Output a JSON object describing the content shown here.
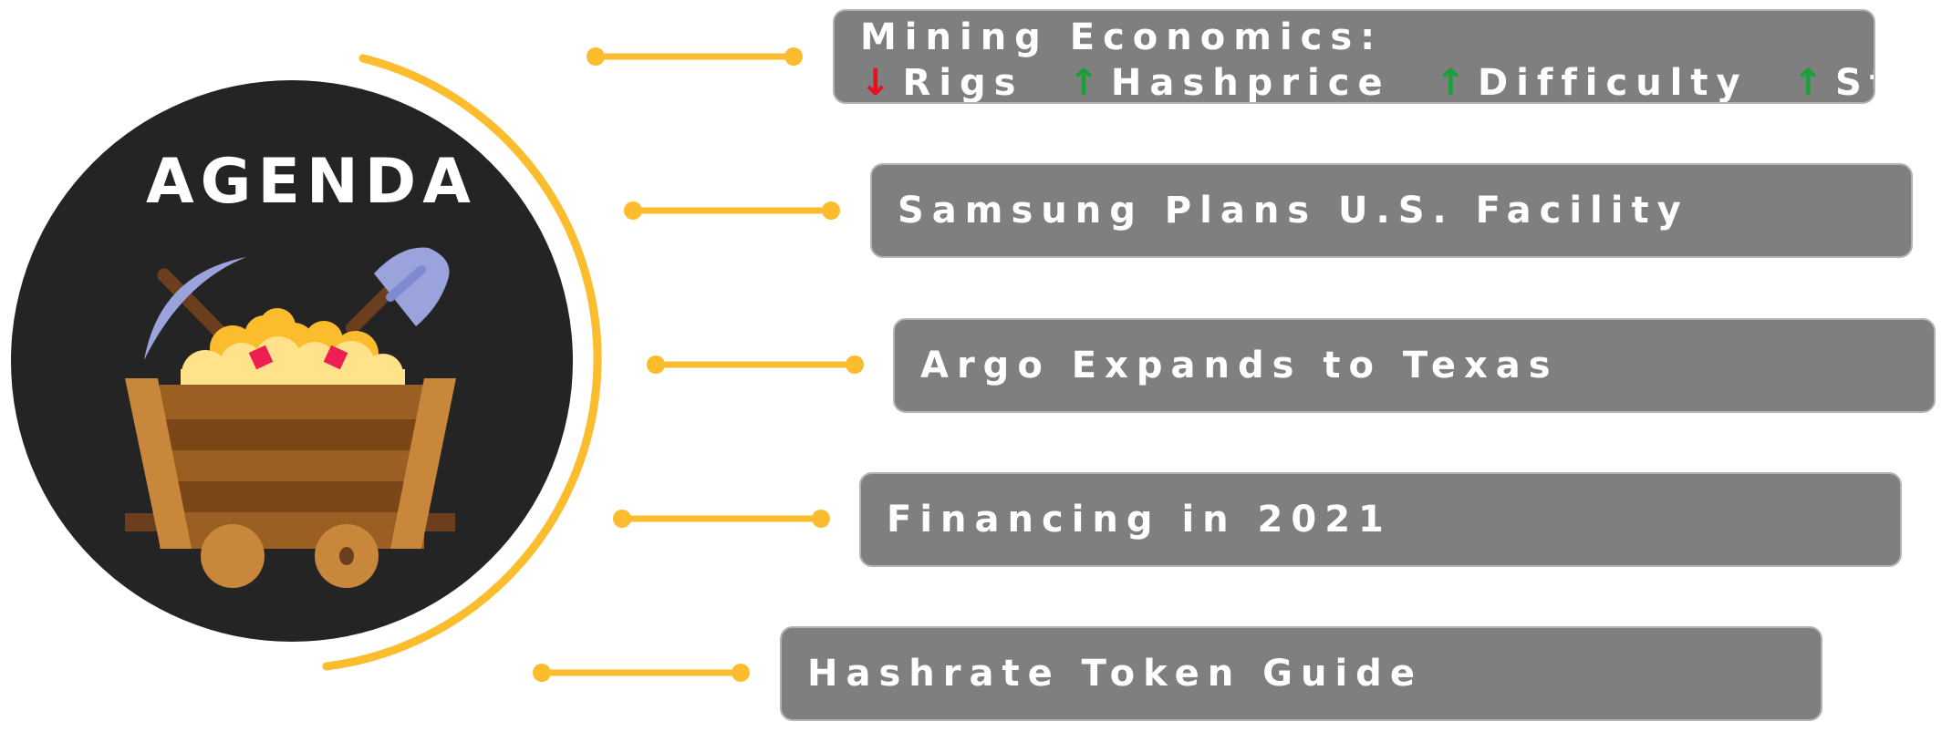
{
  "title": "AGENDA",
  "colors": {
    "circle": "#242424",
    "arc": "#fbbd2d",
    "box": "#7f7f7f",
    "down": "#e8101c",
    "up": "#1e9e3a"
  },
  "icons": [
    "pickaxe-icon",
    "shovel-icon",
    "mine-cart-icon",
    "gold-nuggets-icon",
    "gem-icon"
  ],
  "items": [
    {
      "label": "Mining Economics:",
      "metrics": [
        {
          "arrow": "↓",
          "label": "Rigs"
        },
        {
          "arrow": "↑",
          "label": "Hashprice"
        },
        {
          "arrow": "↑",
          "label": "Difficulty"
        },
        {
          "arrow": "↑",
          "label": "Stocks"
        }
      ]
    },
    {
      "label": "Samsung Plans U.S. Facility"
    },
    {
      "label": "Argo Expands to Texas"
    },
    {
      "label": "Financing in 2021"
    },
    {
      "label": "Hashrate Token Guide"
    }
  ]
}
